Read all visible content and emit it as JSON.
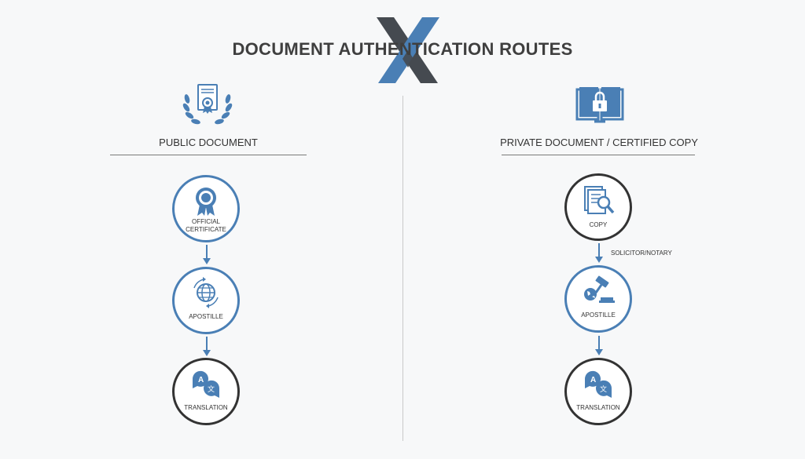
{
  "title": "DOCUMENT AUTHENTICATION ROUTES",
  "colors": {
    "accent": "#4a7fb5",
    "dark": "#333333",
    "logo_gray": "#454a50"
  },
  "left": {
    "heading": "PUBLIC DOCUMENT",
    "icon": "laurel-certificate-icon",
    "steps": [
      {
        "label": "OFFICIAL CERTIFICATE",
        "icon": "rosette-icon"
      },
      {
        "label": "APOSTILLE",
        "icon": "globe-arrows-icon"
      },
      {
        "label": "TRANSLATION",
        "icon": "translation-bubbles-icon"
      }
    ]
  },
  "right": {
    "heading": "PRIVATE DOCUMENT / CERTIFIED COPY",
    "icon": "book-lock-icon",
    "steps": [
      {
        "label": "COPY",
        "icon": "document-magnifier-icon"
      },
      {
        "label": "APOSTILLE",
        "icon": "gavel-globe-icon"
      },
      {
        "label": "TRANSLATION",
        "icon": "translation-bubbles-icon"
      }
    ],
    "connector_note": "SOLICITOR/NOTARY"
  }
}
